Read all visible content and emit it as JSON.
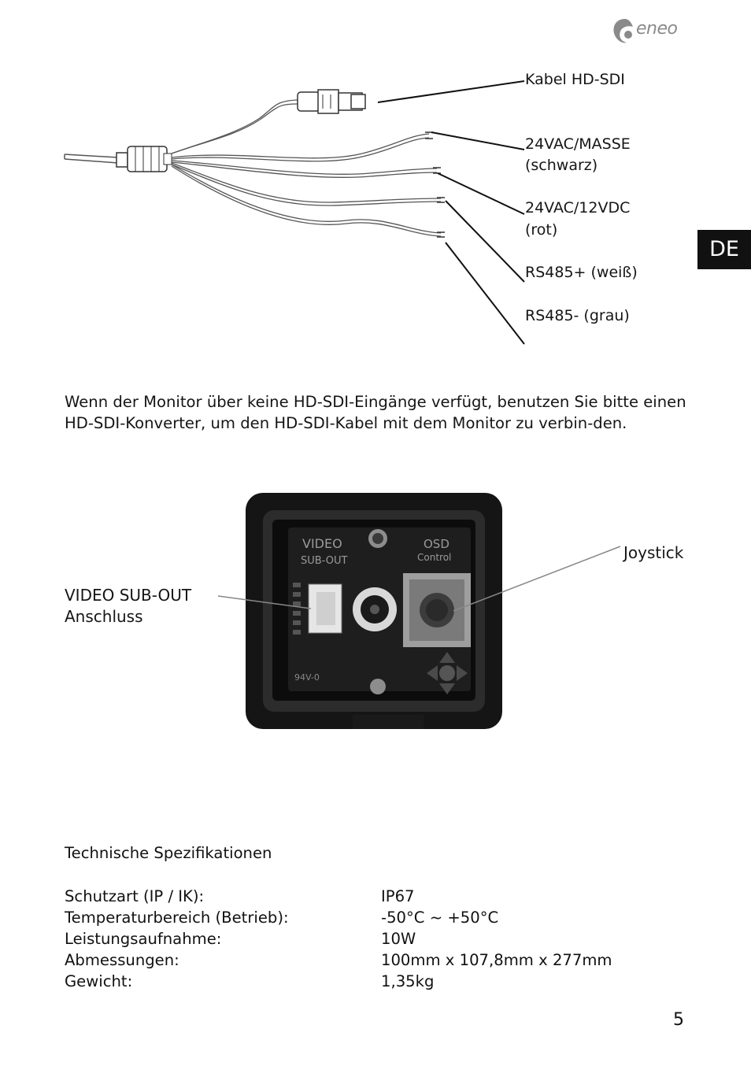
{
  "header": {
    "brand": "eneo",
    "language_tab": "DE"
  },
  "cable_diagram": {
    "labels": {
      "hdsdi": "Kabel HD-SDI",
      "gnd_line1": "24VAC/MASSE",
      "gnd_line2": "(schwarz)",
      "pwr_line1": "24VAC/12VDC",
      "pwr_line2": "(rot)",
      "rs485p": "RS485+ (weiß)",
      "rs485n": "RS485- (grau)"
    }
  },
  "paragraph": "Wenn der Monitor über keine HD-SDI-Eingänge verfügt, benutzen Sie bitte einen HD-SDI-Konverter, um den HD-SDI-Kabel mit dem Monitor zu verbin-den.",
  "board_photo": {
    "joystick_label": "Joystick",
    "video_label_line1": "VIDEO SUB-OUT",
    "video_label_line2": "Anschluss",
    "silk_video": "VIDEO",
    "silk_subout": "SUB-OUT",
    "silk_osd": "OSD",
    "silk_control": "Control",
    "silk_marking": "94V-0"
  },
  "specs": {
    "title": "Technische Spezifikationen",
    "rows": [
      {
        "key": "Schutzart (IP / IK):",
        "value": "IP67"
      },
      {
        "key": "Temperaturbereich (Betrieb):",
        "value": "-50°C ~ +50°C"
      },
      {
        "key": "Leistungsaufnahme:",
        "value": "10W"
      },
      {
        "key": "Abmessungen:",
        "value": "100mm x 107,8mm x 277mm"
      },
      {
        "key": "Gewicht:",
        "value": "1,35kg"
      }
    ]
  },
  "footer": {
    "page_number": "5"
  }
}
